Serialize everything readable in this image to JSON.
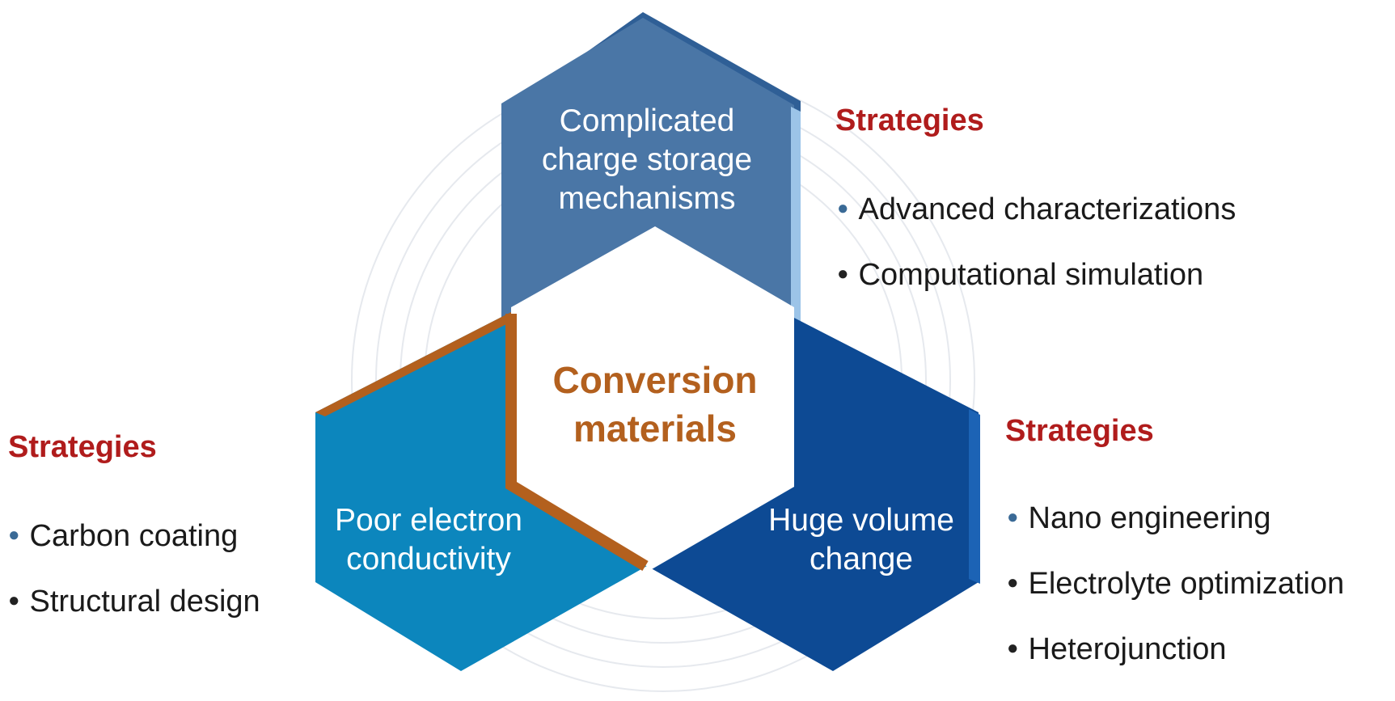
{
  "center": {
    "label": "Conversion\nmaterials"
  },
  "hexagons": {
    "top": {
      "label": "Complicated\ncharge storage\nmechanisms",
      "color": "#4a76a6"
    },
    "left": {
      "label": "Poor electron\nconductivity",
      "color": "#0c86bd"
    },
    "right": {
      "label": "Huge volume\nchange",
      "color": "#0d4a94"
    }
  },
  "strategies": {
    "top": {
      "title": "Strategies",
      "items": [
        "Advanced characterizations",
        "Computational simulation"
      ]
    },
    "left": {
      "title": "Strategies",
      "items": [
        "Carbon coating",
        "Structural design"
      ]
    },
    "right": {
      "title": "Strategies",
      "items": [
        "Nano engineering",
        "Electrolyte optimization",
        "Heterojunction"
      ]
    }
  },
  "colors": {
    "strategy_title": "#b01c1c",
    "center_text": "#b3601e",
    "center_edge": "#b3601e"
  }
}
